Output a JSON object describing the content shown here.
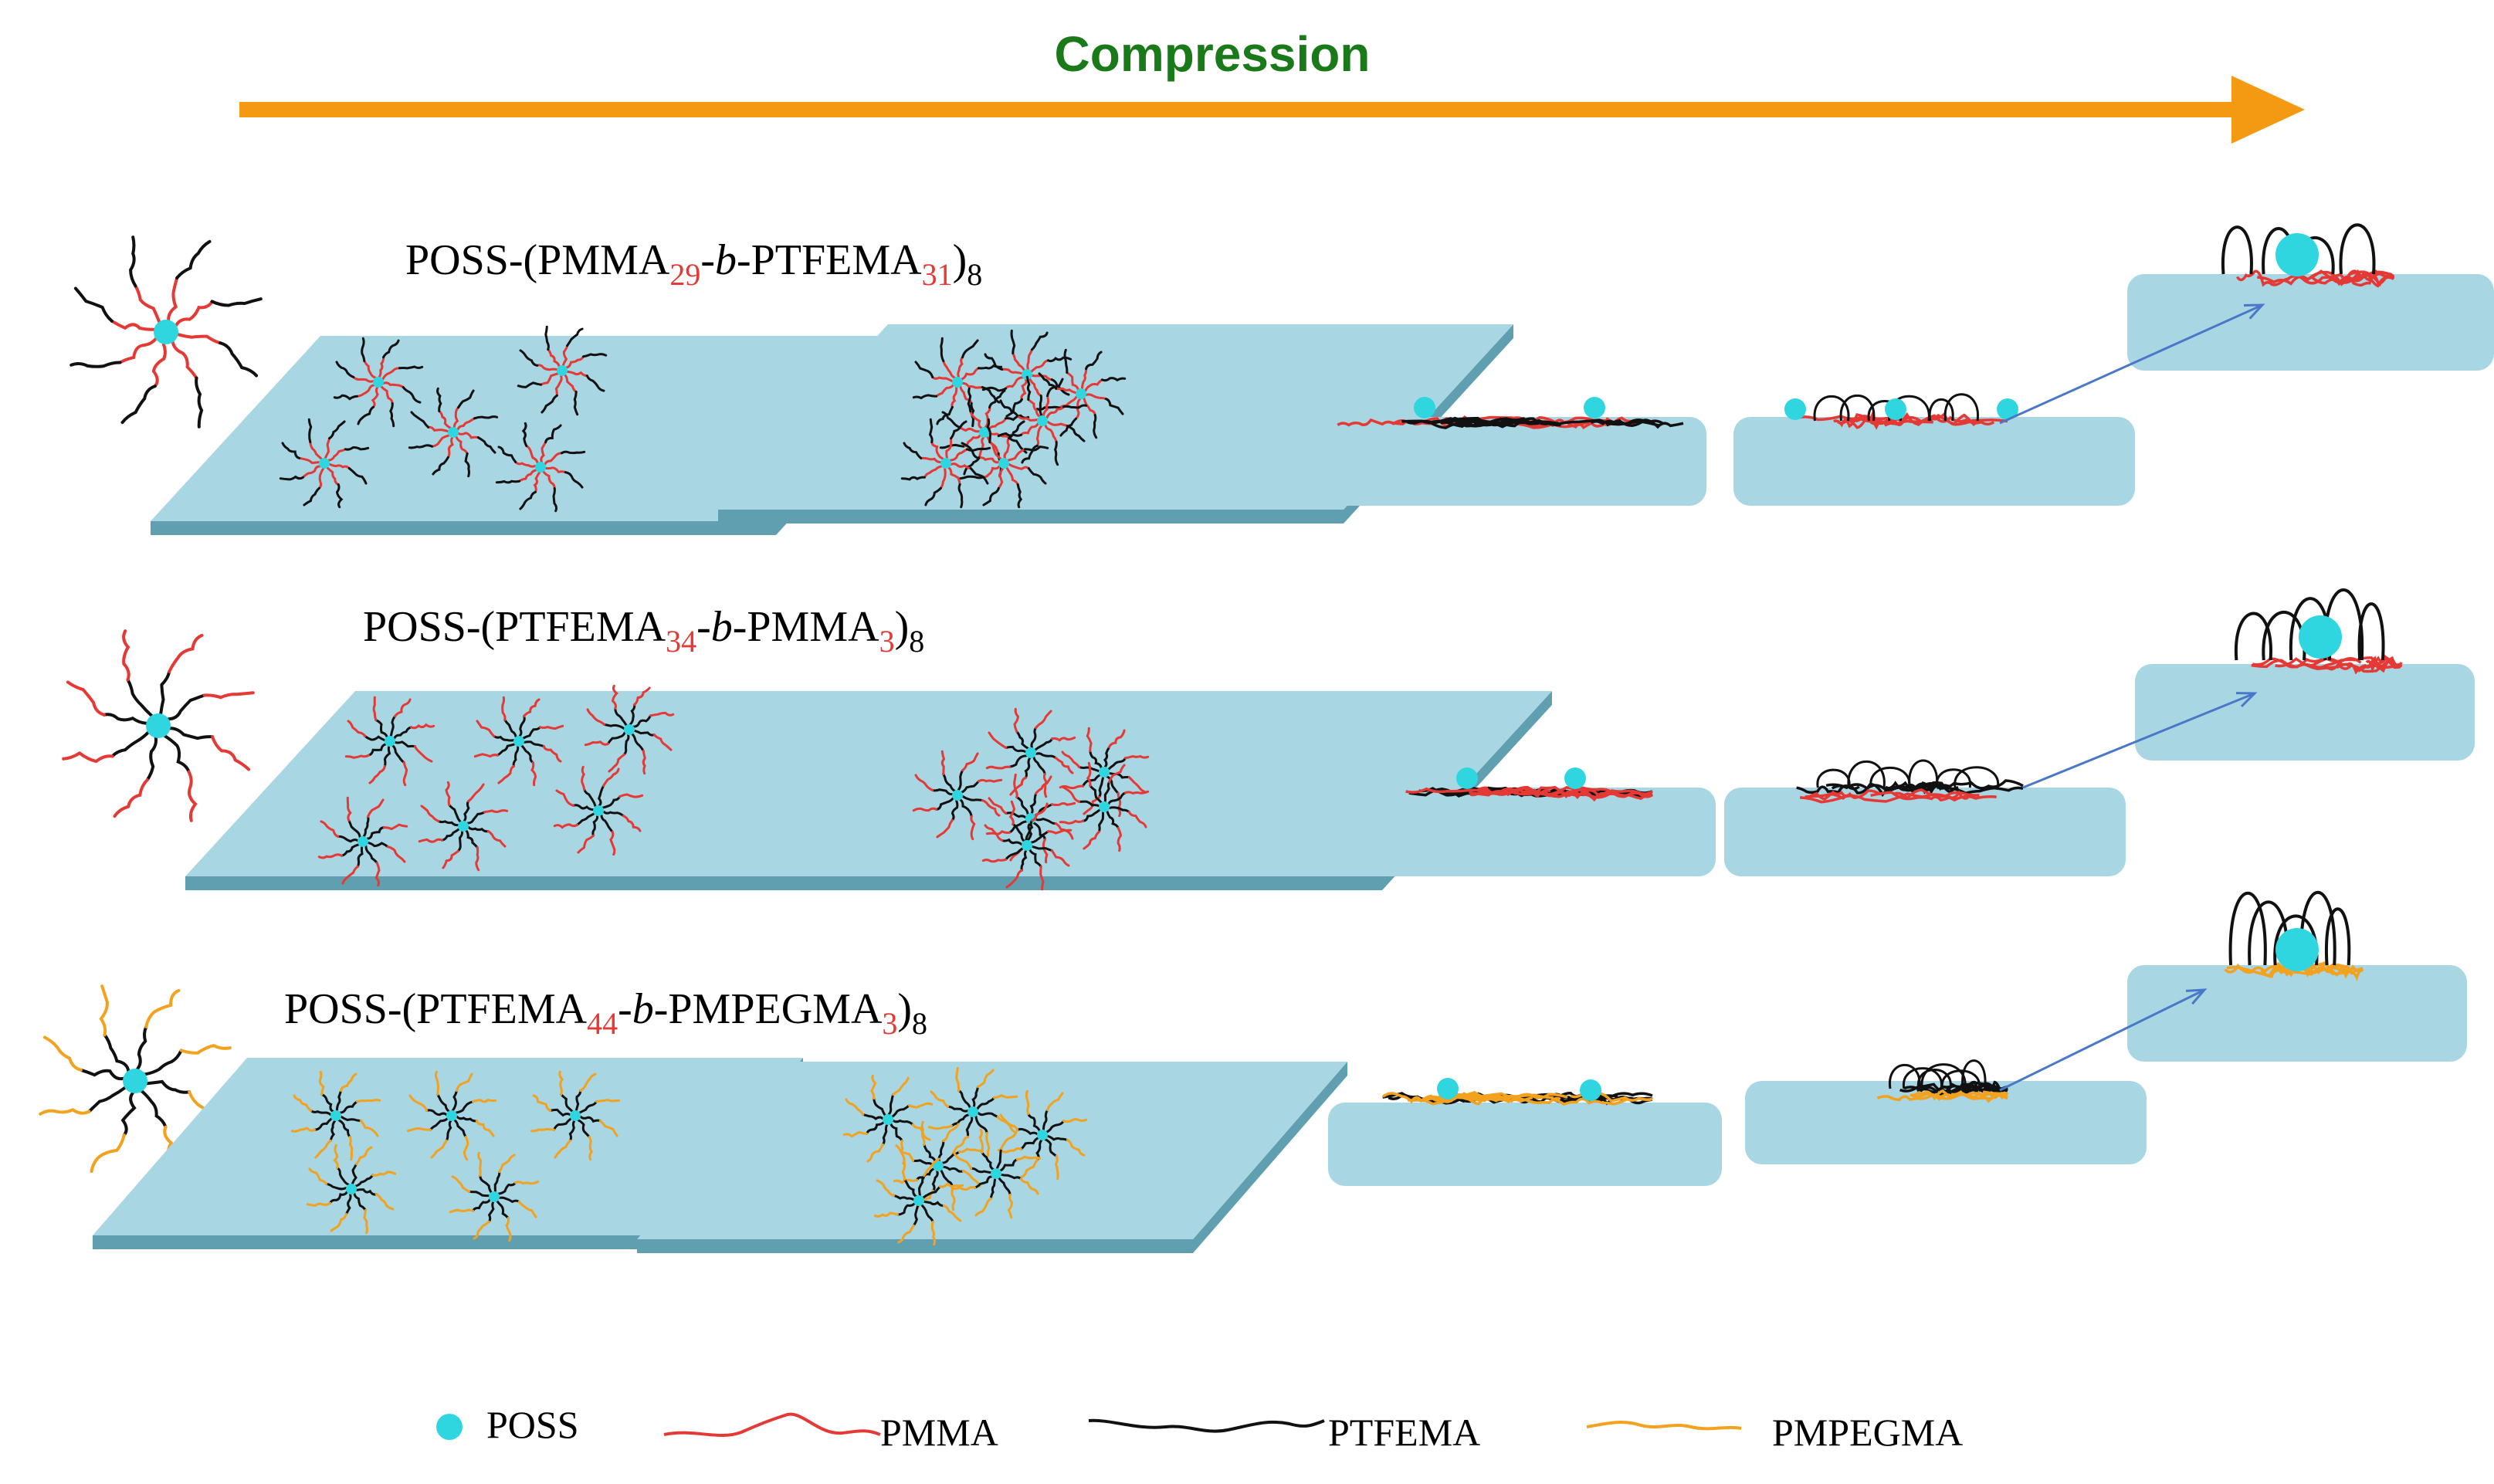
{
  "title": "Compression",
  "colors": {
    "arrow": "#f39a12",
    "title": "#1a7a1a",
    "substrate": "#a9d6e3",
    "substrate_side": "#5f9fb0",
    "poss": "#2fd6e0",
    "pmma": "#e53935",
    "ptfema": "#111111",
    "pmpegma": "#f2a21e",
    "pointer": "#4a78c8"
  },
  "rows": [
    {
      "id": "row1",
      "label": {
        "prefix": "POSS-(PMMA",
        "sub1": "29",
        "mid1": "-",
        "italic": "b",
        "mid2": "-PTFEMA",
        "sub2": "31",
        "suffix": ")",
        "sub3": "8"
      },
      "inner_block": "pmma",
      "outer_block": "ptfema"
    },
    {
      "id": "row2",
      "label": {
        "prefix": "POSS-(PTFEMA",
        "sub1": "34",
        "mid1": "-",
        "italic": "b",
        "mid2": "-PMMA",
        "sub2": "3",
        "suffix": ")",
        "sub3": "8"
      },
      "inner_block": "ptfema",
      "outer_block": "pmma"
    },
    {
      "id": "row3",
      "label": {
        "prefix": "POSS-(PTFEMA",
        "sub1": "44",
        "mid1": "-",
        "italic": "b",
        "mid2": "-PMPEGMA",
        "sub2": "3",
        "suffix": ")",
        "sub3": "8"
      },
      "inner_block": "ptfema",
      "outer_block": "pmpegma"
    }
  ],
  "legend": [
    {
      "key": "poss",
      "label": "POSS",
      "icon": "dot"
    },
    {
      "key": "pmma",
      "label": "PMMA",
      "icon": "chain"
    },
    {
      "key": "ptfema",
      "label": "PTFEMA",
      "icon": "chain"
    },
    {
      "key": "pmpegma",
      "label": "PMPEGMA",
      "icon": "chain"
    }
  ]
}
